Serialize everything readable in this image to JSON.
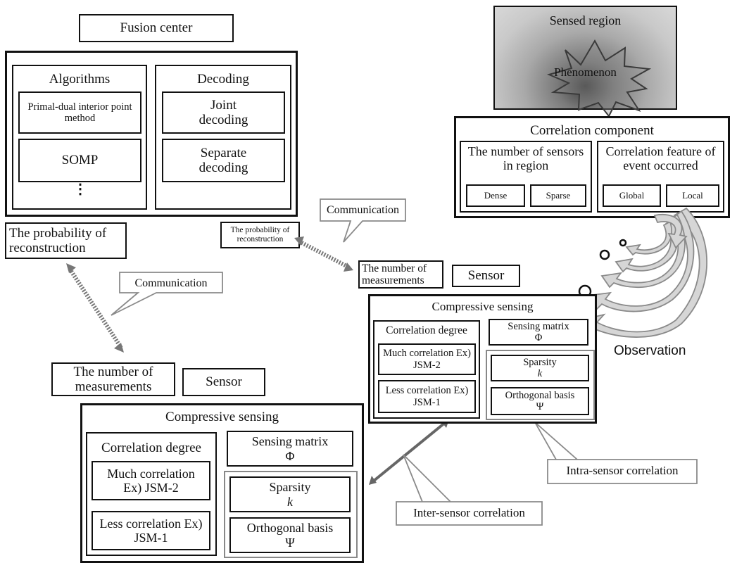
{
  "fusion_center": {
    "title": "Fusion center",
    "algorithms": {
      "title": "Algorithms",
      "items": [
        "Primal-dual interior point method",
        "SOMP",
        "⋮"
      ]
    },
    "decoding": {
      "title": "Decoding",
      "items": [
        "Joint decoding",
        "Separate decoding"
      ]
    }
  },
  "fusion_outputs": {
    "probability_left": "The probability of reconstruction",
    "probability_right": "The probability of reconstruction"
  },
  "communication_labels": [
    "Communication",
    "Communication"
  ],
  "sensed_region": {
    "title": "Sensed region",
    "phenomenon": "Phenomenon"
  },
  "correlation_component": {
    "title": "Correlation component",
    "number_of_sensors": {
      "title": "The number of sensors in region",
      "options": [
        "Dense",
        "Sparse"
      ]
    },
    "correlation_feature": {
      "title": "Correlation feature of event occurred",
      "options": [
        "Global",
        "Local"
      ]
    }
  },
  "observation_label": "Observation",
  "sensor_right": {
    "measurements": "The number of measurements",
    "sensor": "Sensor",
    "cs_title": "Compressive sensing",
    "correlation_degree": "Correlation degree",
    "much_correlation": "Much correlation Ex) JSM-2",
    "less_correlation": "Less correlation Ex) JSM-1",
    "sensing_matrix": "Sensing matrix",
    "sensing_symbol": "Φ",
    "sparsity": "Sparsity",
    "sparsity_symbol": "k",
    "orthogonal_basis": "Orthogonal basis",
    "orthogonal_symbol": "Ψ"
  },
  "sensor_left": {
    "measurements": "The number of measurements",
    "sensor": "Sensor",
    "cs_title": "Compressive sensing",
    "correlation_degree": "Correlation degree",
    "much_correlation": "Much correlation Ex) JSM-2",
    "less_correlation": "Less correlation Ex) JSM-1",
    "sensing_matrix": "Sensing matrix",
    "sensing_symbol": "Φ",
    "sparsity": "Sparsity",
    "sparsity_symbol": "k",
    "orthogonal_basis": "Orthogonal basis",
    "orthogonal_symbol": "Ψ"
  },
  "callouts": {
    "intra_sensor": "Intra-sensor correlation",
    "inter_sensor": "Inter-sensor correlation"
  },
  "colors": {
    "border": "#111111",
    "grey": "#888888",
    "arrow_grey": "#777777"
  }
}
